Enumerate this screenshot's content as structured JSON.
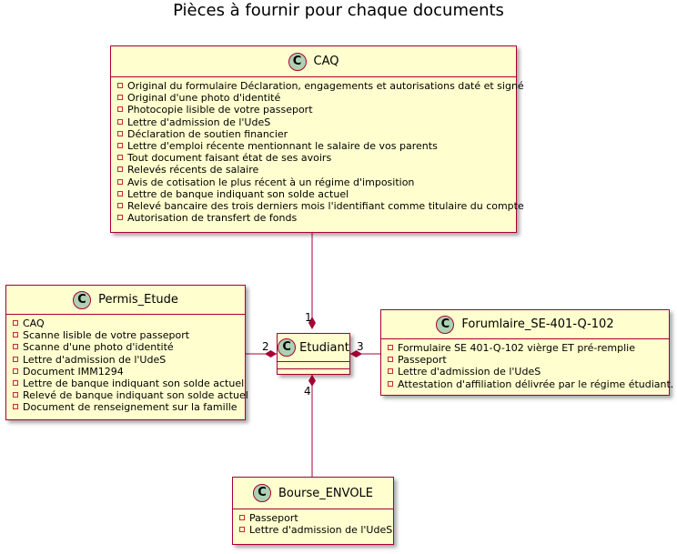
{
  "title": "Pièces à fournir pour chaque documents",
  "colors": {
    "class_fill": "#FEFECE",
    "border": "#A80036",
    "badge": "#ADD1B2",
    "attr_marker": "#C82930"
  },
  "badge_letter": "C",
  "classes": {
    "caq": {
      "name": "CAQ",
      "attributes": [
        "Original du formulaire Déclaration, engagements et autorisations daté et signé",
        "Original d'une photo d'identité",
        "Photocopie lisible de votre passeport",
        "Lettre d'admission de l'UdeS",
        "Déclaration de soutien financier",
        "Lettre d'emploi récente mentionnant le salaire de vos parents",
        "Tout document faisant état de ses avoirs",
        "Relevés récents de salaire",
        "Avis de cotisation le plus récent à un régime d'imposition",
        "Lettre de banque indiquant son solde actuel",
        "Relevé bancaire des trois derniers mois l'identifiant comme titulaire du compte",
        "Autorisation de transfert de fonds"
      ]
    },
    "permis": {
      "name": "Permis_Etude",
      "attributes": [
        "CAQ",
        "Scanne lisible de votre passeport",
        "Scanne d'une photo d'identité",
        "Lettre d'admission de l'UdeS",
        "Document IMM1294",
        "Lettre de banque indiquant son solde actuel",
        "Relevé de banque indiquant son solde actuel",
        "Document de renseignement sur la famille"
      ]
    },
    "etudiant": {
      "name": "Etudiant",
      "attributes": []
    },
    "formulaire": {
      "name": "Forumlaire_SE-401-Q-102",
      "attributes": [
        "Formulaire SE 401-Q-102 vièrge ET pré-remplie",
        "Passeport",
        "Lettre d'admission de l'UdeS",
        "Attestation d'affiliation délivrée par le régime étudiant."
      ]
    },
    "bourse": {
      "name": "Bourse_ENVOLE",
      "attributes": [
        "Passeport",
        "Lettre d'admission de l'UdeS"
      ]
    }
  },
  "multiplicities": {
    "caq": "1",
    "permis": "2",
    "formulaire": "3",
    "bourse": "4"
  }
}
